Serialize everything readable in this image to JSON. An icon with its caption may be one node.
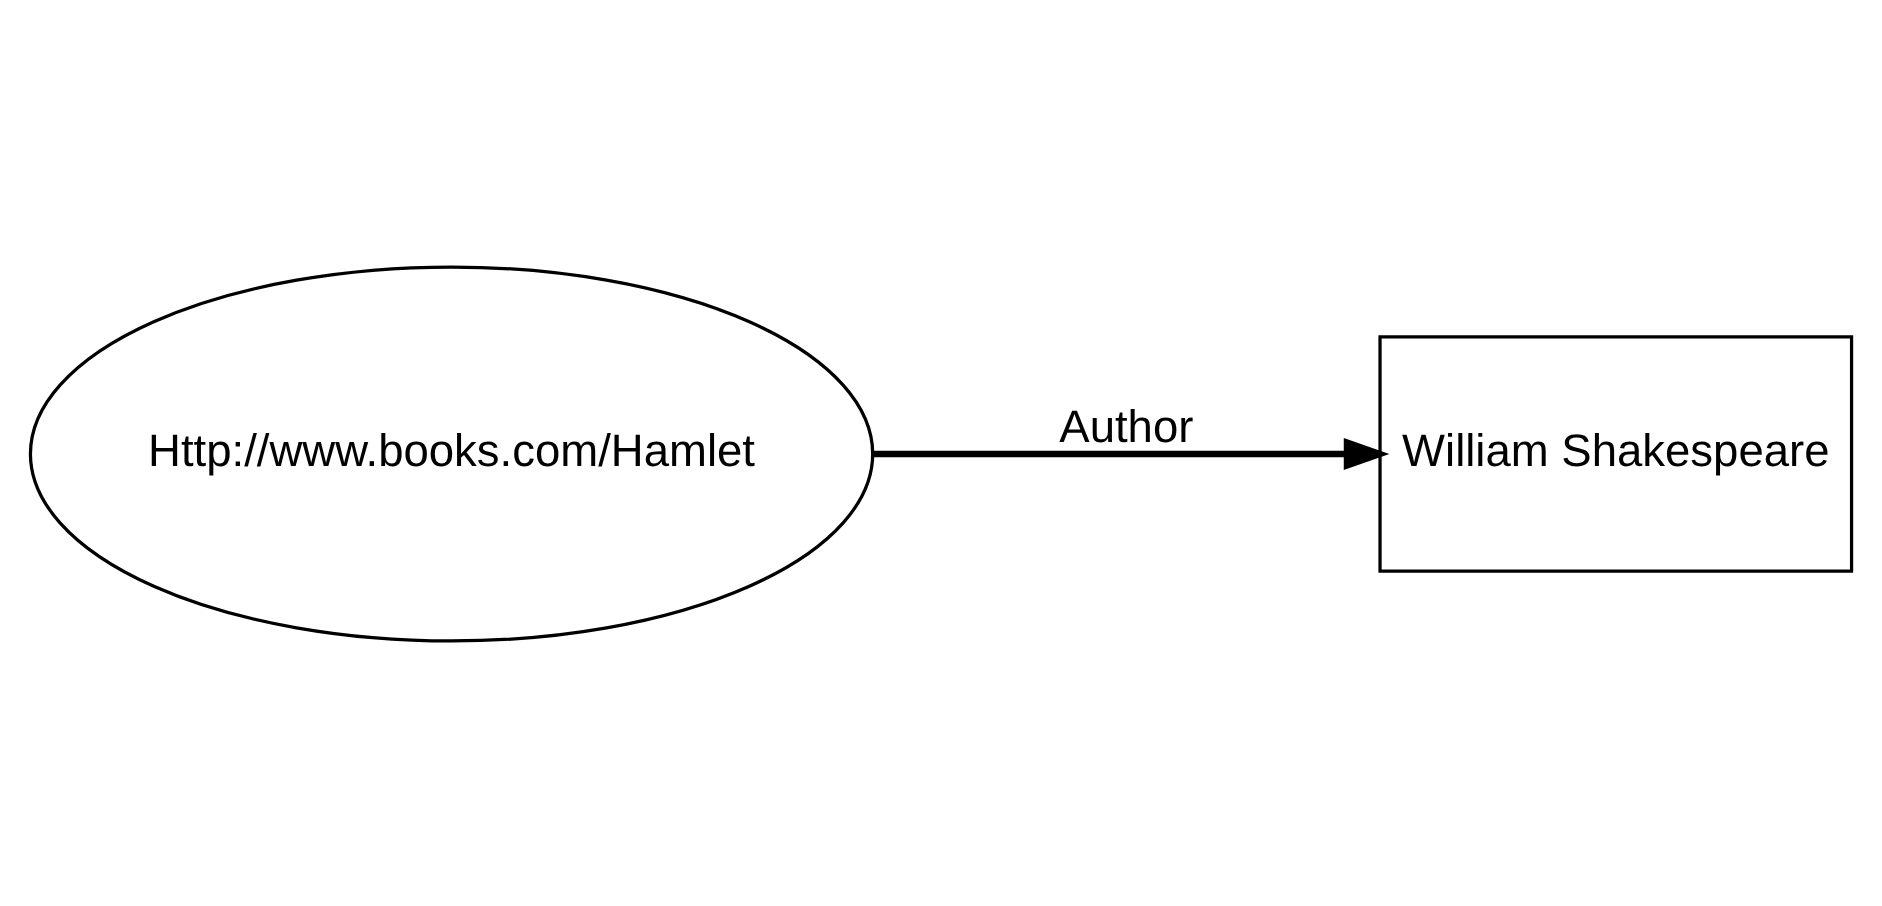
{
  "diagram": {
    "nodes": [
      {
        "text": [
          "Http://www.books.com/Hamlet"
        ]
      },
      {
        "text": [
          "William Shakespeare"
        ]
      }
    ],
    "edges": [
      {
        "from": 0,
        "to": 1,
        "arrow": "to",
        "label": "Author"
      }
    ]
  }
}
